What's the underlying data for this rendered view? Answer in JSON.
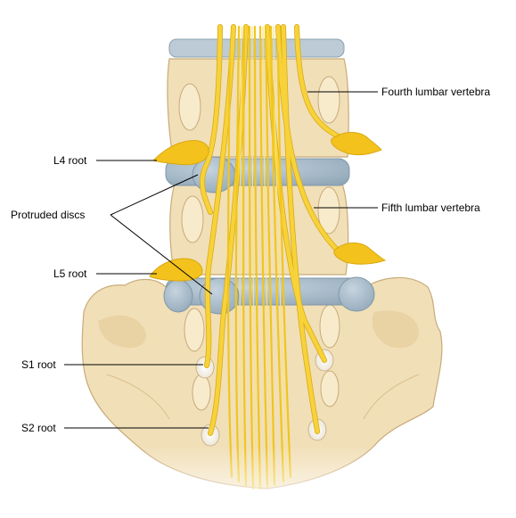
{
  "labels": {
    "fourth_lumbar": "Fourth lumbar vertebra",
    "fifth_lumbar": "Fifth lumbar vertebra",
    "l4_root": "L4 root",
    "protruded_discs": "Protruded discs",
    "l5_root": "L5 root",
    "s1_root": "S1 root",
    "s2_root": "S2 root"
  },
  "colors": {
    "bone": "#f1dfb8",
    "bone_outline": "#c8ab79",
    "bone_shadow": "#e0c796",
    "disc": "#a9bccb",
    "disc_outline": "#7f97a8",
    "nerve": "#f7d23a",
    "nerve_outline": "#d8a910",
    "ganglion": "#f4c21c",
    "leader_line": "#000000"
  }
}
